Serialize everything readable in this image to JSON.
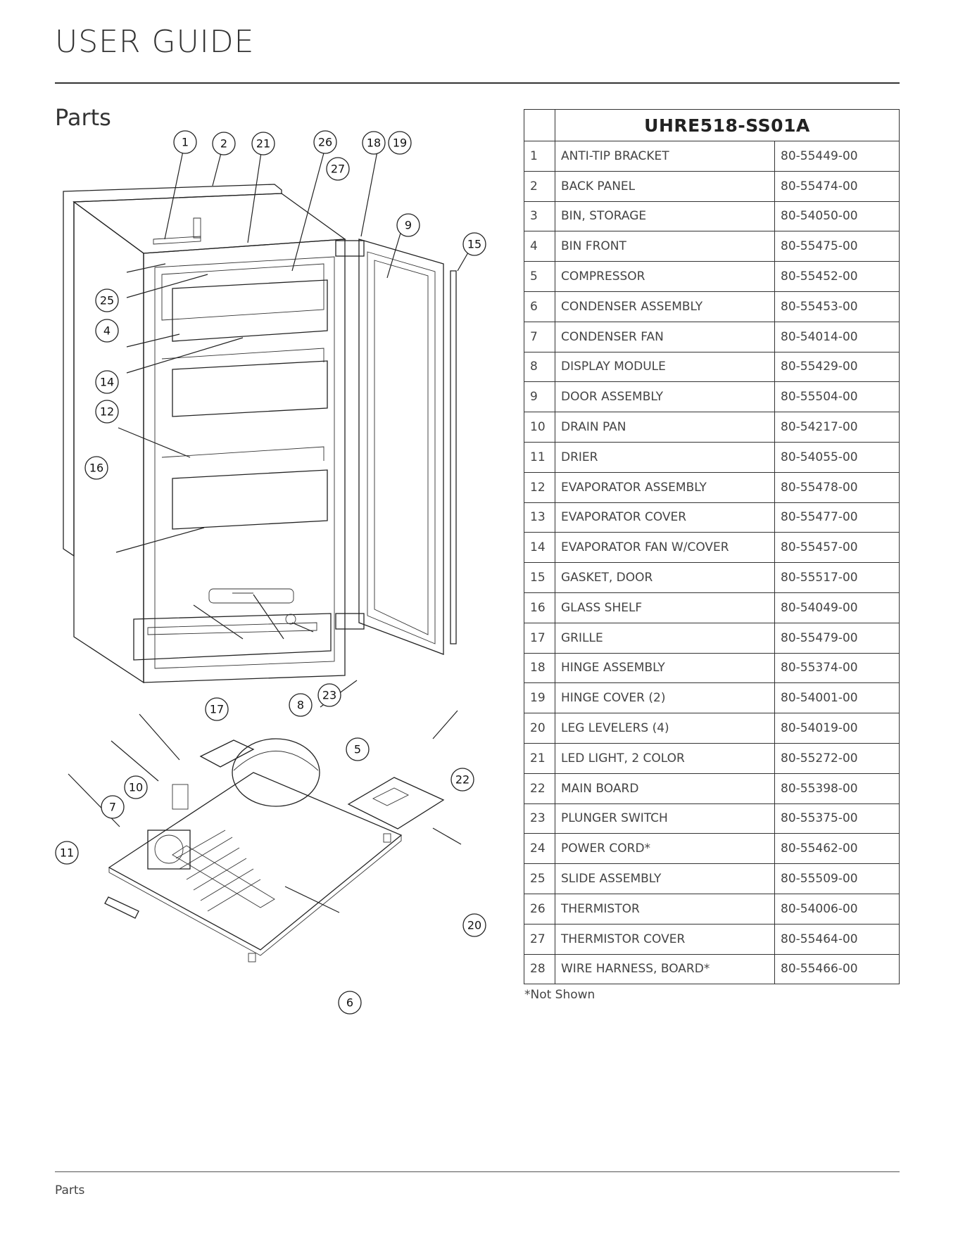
{
  "header": {
    "title": "USER GUIDE"
  },
  "section": {
    "title": "Parts"
  },
  "table": {
    "model": "UHRE518-SS01A",
    "rows": [
      {
        "num": "1",
        "name": "ANTI-TIP BRACKET",
        "part": "80-55449-00"
      },
      {
        "num": "2",
        "name": "BACK PANEL",
        "part": "80-55474-00"
      },
      {
        "num": "3",
        "name": "BIN, STORAGE",
        "part": "80-54050-00"
      },
      {
        "num": "4",
        "name": "BIN FRONT",
        "part": "80-55475-00"
      },
      {
        "num": "5",
        "name": "COMPRESSOR",
        "part": "80-55452-00"
      },
      {
        "num": "6",
        "name": "CONDENSER ASSEMBLY",
        "part": "80-55453-00"
      },
      {
        "num": "7",
        "name": "CONDENSER FAN",
        "part": "80-54014-00"
      },
      {
        "num": "8",
        "name": "DISPLAY MODULE",
        "part": "80-55429-00"
      },
      {
        "num": "9",
        "name": "DOOR ASSEMBLY",
        "part": "80-55504-00"
      },
      {
        "num": "10",
        "name": "DRAIN PAN",
        "part": "80-54217-00"
      },
      {
        "num": "11",
        "name": "DRIER",
        "part": "80-54055-00"
      },
      {
        "num": "12",
        "name": "EVAPORATOR ASSEMBLY",
        "part": "80-55478-00"
      },
      {
        "num": "13",
        "name": "EVAPORATOR COVER",
        "part": "80-55477-00"
      },
      {
        "num": "14",
        "name": "EVAPORATOR FAN W/COVER",
        "part": "80-55457-00"
      },
      {
        "num": "15",
        "name": "GASKET, DOOR",
        "part": "80-55517-00"
      },
      {
        "num": "16",
        "name": "GLASS SHELF",
        "part": "80-54049-00"
      },
      {
        "num": "17",
        "name": "GRILLE",
        "part": "80-55479-00"
      },
      {
        "num": "18",
        "name": "HINGE ASSEMBLY",
        "part": "80-55374-00"
      },
      {
        "num": "19",
        "name": "HINGE COVER (2)",
        "part": "80-54001-00"
      },
      {
        "num": "20",
        "name": "LEG LEVELERS (4)",
        "part": "80-54019-00"
      },
      {
        "num": "21",
        "name": "LED LIGHT, 2 COLOR",
        "part": "80-55272-00"
      },
      {
        "num": "22",
        "name": "MAIN BOARD",
        "part": "80-55398-00"
      },
      {
        "num": "23",
        "name": "PLUNGER SWITCH",
        "part": "80-55375-00"
      },
      {
        "num": "24",
        "name": "POWER CORD*",
        "part": "80-55462-00"
      },
      {
        "num": "25",
        "name": "SLIDE ASSEMBLY",
        "part": "80-55509-00"
      },
      {
        "num": "26",
        "name": "THERMISTOR",
        "part": "80-54006-00"
      },
      {
        "num": "27",
        "name": "THERMISTOR COVER",
        "part": "80-55464-00"
      },
      {
        "num": "28",
        "name": "WIRE HARNESS, BOARD*",
        "part": "80-55466-00"
      }
    ]
  },
  "footnote": "*Not Shown",
  "footer": {
    "label": "Parts"
  },
  "diagram": {
    "callouts": [
      "1",
      "2",
      "21",
      "26",
      "27",
      "18",
      "19",
      "9",
      "15",
      "25",
      "4",
      "14",
      "12",
      "16",
      "17",
      "8",
      "23",
      "5",
      "22",
      "10",
      "7",
      "11",
      "20",
      "6"
    ]
  }
}
